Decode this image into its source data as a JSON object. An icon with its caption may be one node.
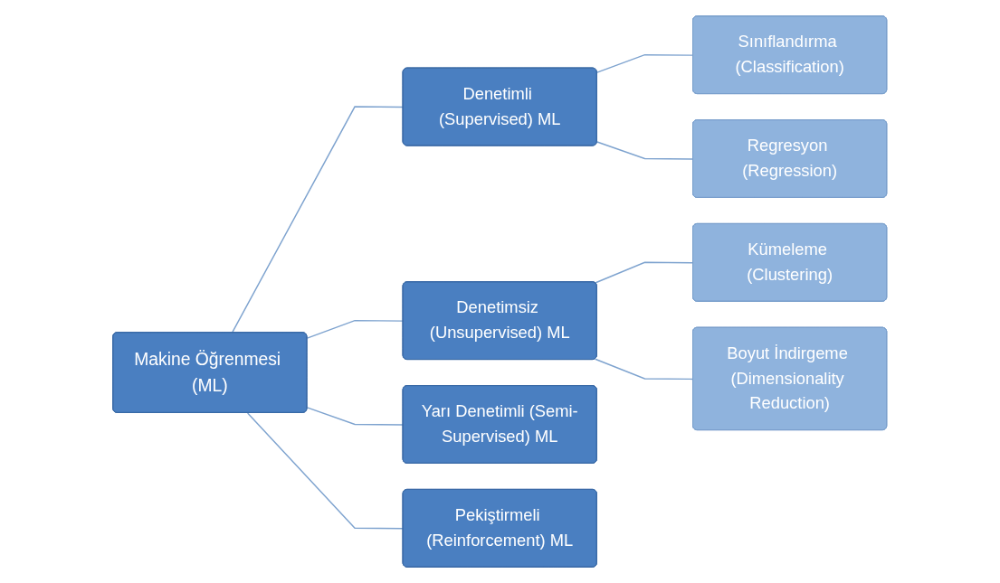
{
  "diagram": {
    "nodes": [
      {
        "text": [
          "Makine Öğrenmesi (ML)"
        ]
      },
      {
        "text": [
          "Denetimli (Supervised) ML"
        ]
      },
      {
        "text": [
          "Denetimsiz (Unsupervised) ML"
        ]
      },
      {
        "text": [
          "Yarı Denetimli (Semi-Supervised) ML"
        ]
      },
      {
        "text": [
          "Pekiştirmeli (Reinforcement) ML"
        ]
      },
      {
        "text": [
          "Sınıflandırma (Classification)"
        ]
      },
      {
        "text": [
          "Regresyon (Regression)"
        ]
      },
      {
        "text": [
          "Kümeleme (Clustering)"
        ]
      },
      {
        "text": [
          "Boyut İndirgeme (Dimensionality Reduction)"
        ]
      }
    ],
    "edges": [
      {
        "from": 0,
        "to": 1,
        "arrow": "none"
      },
      {
        "from": 0,
        "to": 2,
        "arrow": "none"
      },
      {
        "from": 0,
        "to": 3,
        "arrow": "none"
      },
      {
        "from": 0,
        "to": 4,
        "arrow": "none"
      },
      {
        "from": 1,
        "to": 5,
        "arrow": "none"
      },
      {
        "from": 1,
        "to": 6,
        "arrow": "none"
      },
      {
        "from": 2,
        "to": 7,
        "arrow": "none"
      },
      {
        "from": 2,
        "to": 8,
        "arrow": "none"
      }
    ]
  }
}
